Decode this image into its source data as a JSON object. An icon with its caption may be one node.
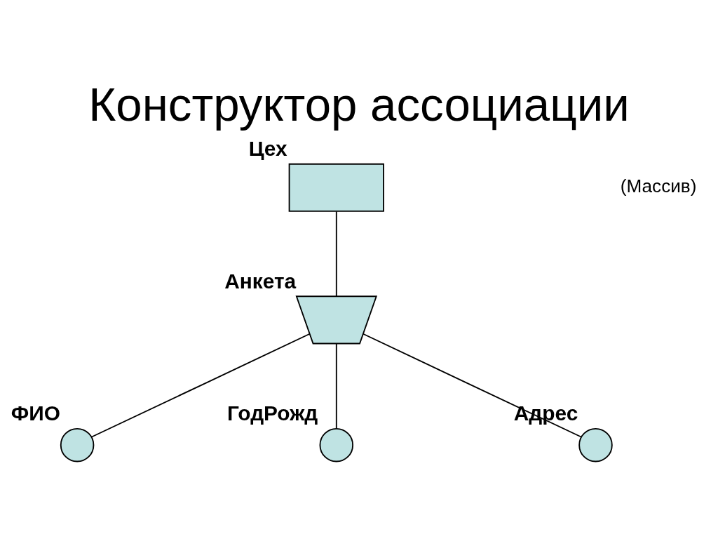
{
  "diagram": {
    "title": "Конструктор ассоциации",
    "nodes": [
      {
        "text": [],
        "shape": "box",
        "beside": [
          "Цех"
        ]
      },
      {
        "text": [],
        "shape": "semicircle",
        "beside": [
          "Анкета"
        ]
      },
      {
        "text": [],
        "shape": "circle",
        "beside": [
          "ФИО"
        ]
      },
      {
        "text": [],
        "shape": "circle",
        "beside": [
          "ГодРожд"
        ]
      },
      {
        "text": [],
        "shape": "circle",
        "beside": [
          "Адрес"
        ]
      }
    ],
    "edges": [
      {
        "from": 0,
        "to": 1,
        "arrow": "none"
      },
      {
        "from": 1,
        "to": 2,
        "arrow": "none"
      },
      {
        "from": 1,
        "to": 3,
        "arrow": "none"
      },
      {
        "from": 1,
        "to": 4,
        "arrow": "none"
      }
    ],
    "labels": [
      "(Массив)"
    ]
  }
}
